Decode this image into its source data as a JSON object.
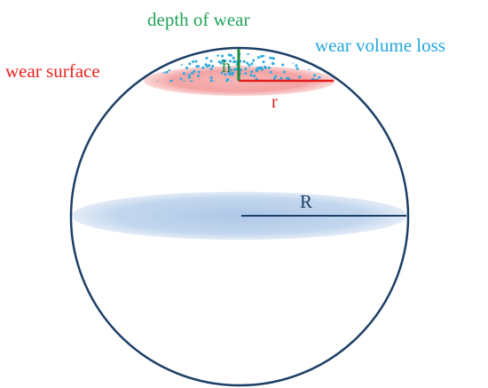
{
  "labels": {
    "depth": "depth of wear",
    "volume": "wear volume loss",
    "surface": "wear surface",
    "h": "h",
    "r": "r",
    "R": "R"
  },
  "colors": {
    "sphere_outline": "#1c3f66",
    "depth_label": "#22a35a",
    "depth_line": "#1a8a3c",
    "volume_label": "#22a6dc",
    "surface_label": "#e8231f",
    "radius_small": "#e31c1c",
    "dots": "#2aa9e0",
    "cap_fill": "#f4a8a8",
    "equator_fill": "#bcd3ec",
    "radius_big": "#1c3f66"
  }
}
